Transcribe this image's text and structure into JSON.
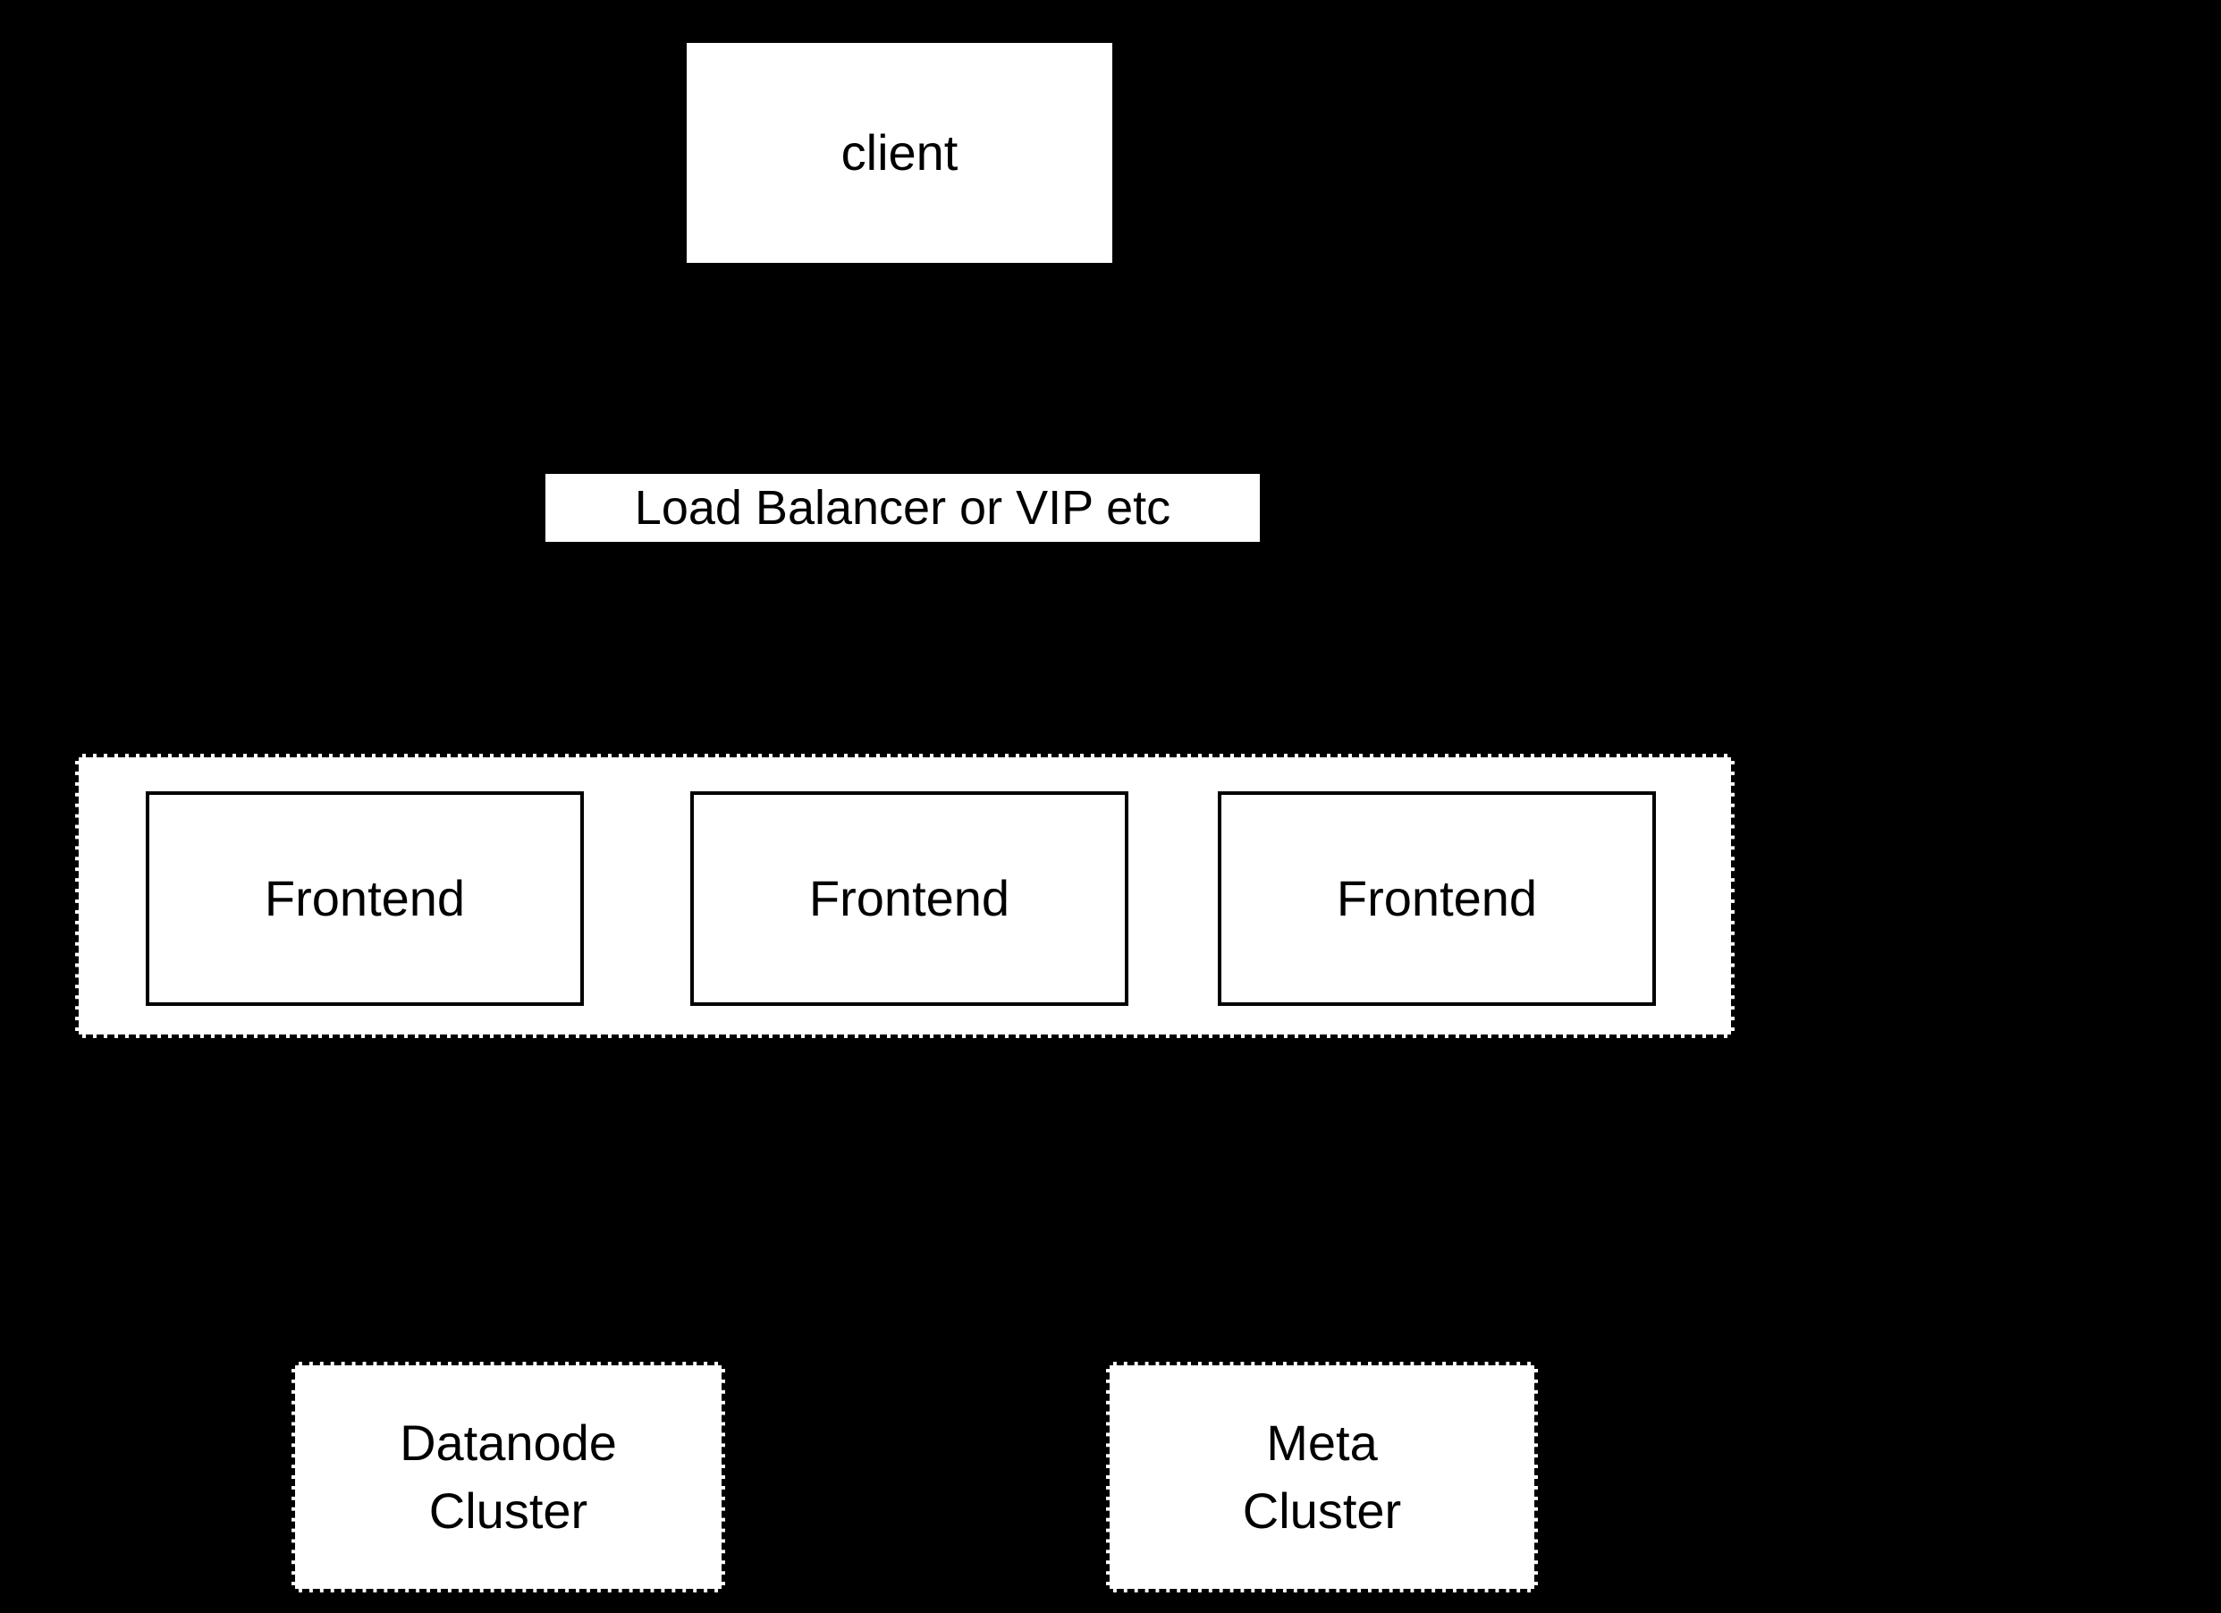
{
  "diagram": {
    "background_color": "#000000",
    "node_fill_color": "#ffffff",
    "node_border_color": "#000000",
    "text_color": "#000000",
    "client": {
      "label": "client"
    },
    "load_balancer": {
      "label": "Load Balancer or VIP etc"
    },
    "frontend_cluster": {
      "frontends": [
        {
          "label": "Frontend"
        },
        {
          "label": "Frontend"
        },
        {
          "label": "Frontend"
        }
      ]
    },
    "datanode_cluster": {
      "label": "Datanode\nCluster"
    },
    "meta_cluster": {
      "label": "Meta\nCluster"
    }
  }
}
